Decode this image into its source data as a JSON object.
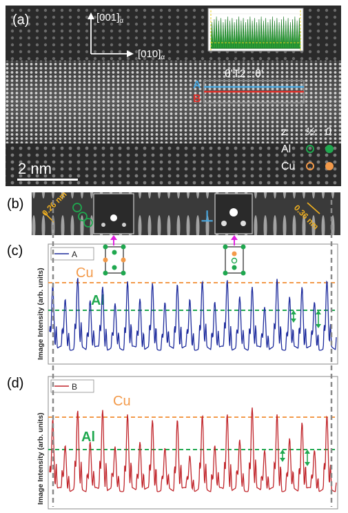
{
  "panel_a": {
    "label": "(a)",
    "axis_up": "[001]",
    "axis_right": "[010]",
    "axis_sub": "α",
    "phase_label": "θ'T2 : θ'",
    "row_a": "A",
    "row_b": "B",
    "legend": {
      "z": "z",
      "half": "½",
      "zero": "0",
      "al": "Al",
      "cu": "Cu"
    },
    "scale_bar": "2 nm"
  },
  "panel_b": {
    "label": "(b)",
    "dist_left": "0.26 nm",
    "dist_right": "0.36 nm",
    "dislocation": "⊥"
  },
  "panel_c": {
    "label": "(c)",
    "legend": "A",
    "cu": "Cu",
    "al": "Al",
    "ylabel": "Image Intensity (arb. units)"
  },
  "panel_d": {
    "label": "(d)",
    "legend": "B",
    "cu": "Cu",
    "al": "Al",
    "ylabel": "Image Intensity (arb. units)"
  },
  "colors": {
    "line_a": "#1c2a9c",
    "line_b": "#c0242a",
    "cu": "#f39a4a",
    "al": "#1fa84f",
    "magenta": "#e020e0",
    "label_a": "#4aa8e0",
    "label_b": "#e0302a",
    "gold": "#f0b020"
  }
}
